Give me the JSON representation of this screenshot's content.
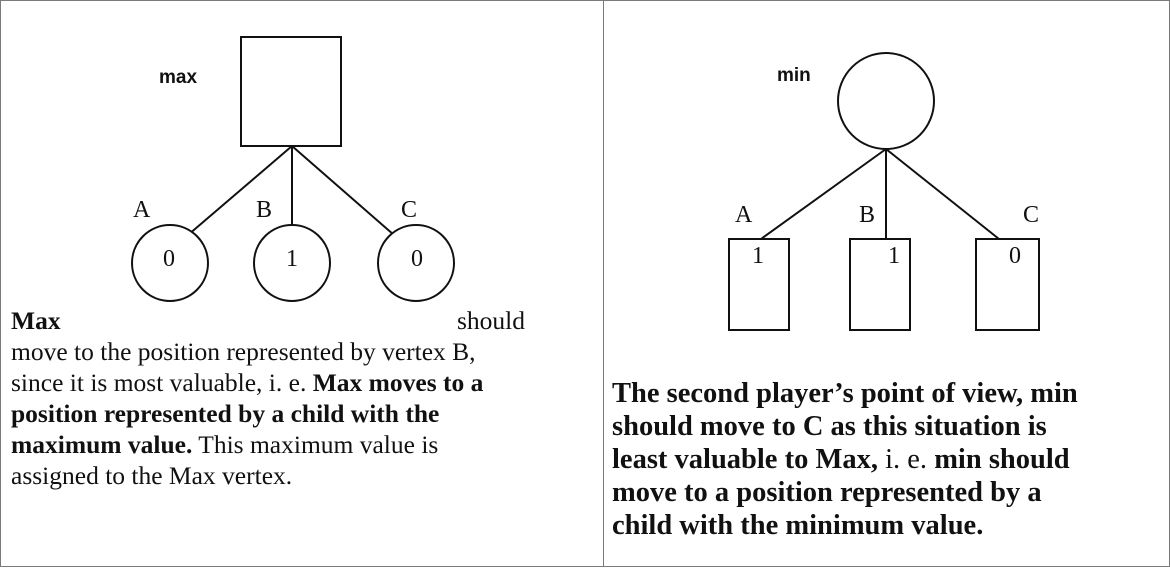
{
  "left": {
    "root_label": "max",
    "children": [
      {
        "label": "A",
        "value": "0"
      },
      {
        "label": "B",
        "value": "1"
      },
      {
        "label": "C",
        "value": "0"
      }
    ],
    "text": {
      "lead_bold": "Max",
      "lead_right": "should",
      "line2": "move to the position represented by vertex B,",
      "line3_plain": "since it is most valuable, i. e. ",
      "line3_bold": "Max moves to a",
      "line4_bold": "position represented by a child with the",
      "line5_bold": "maximum value.",
      "line5_plain": " This maximum value is",
      "line6": "assigned to the Max vertex."
    }
  },
  "right": {
    "root_label": "min",
    "children": [
      {
        "label": "A",
        "value": "1"
      },
      {
        "label": "B",
        "value": "1"
      },
      {
        "label": "C",
        "value": "0"
      }
    ],
    "text": {
      "line1": "The second player’s point of view, min",
      "line2": "should move to C as this situation is",
      "line3_bold": "least valuable to Max,",
      "line3_plain": " i. e. ",
      "line3_bold2": "min should",
      "line4": "move to a position represented by a",
      "line5": "child with the minimum value."
    }
  }
}
